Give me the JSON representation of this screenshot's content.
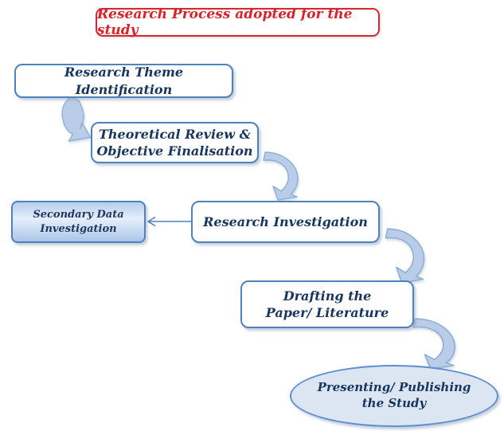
{
  "title": "Research Process adopted for the study",
  "nodes": {
    "theme": {
      "label": "Research Theme Identification"
    },
    "review": {
      "line1": "Theoretical Review &",
      "line2": "Objective Finalisation"
    },
    "investigation": {
      "label": "Research Investigation"
    },
    "secondary": {
      "line1": "Secondary Data",
      "line2": "Investigation"
    },
    "drafting": {
      "line1": "Drafting the",
      "line2": "Paper/ Literature"
    },
    "presenting": {
      "line1": "Presenting/ Publishing",
      "line2": "the Study"
    }
  },
  "colors": {
    "title_red": "#d92328",
    "title_border_red": "#d8262c",
    "box_border_blue": "#4f81bd",
    "text_navy": "#17365d",
    "curved_arrow_fill": "#b9cde8",
    "curved_arrow_outline": "#8fafd4",
    "secondary_fill_top": "#b7cdec",
    "secondary_fill_bottom": "#a9c4e8",
    "ellipse_fill": "#dce6f2",
    "ellipse_border": "#5f8fd0"
  },
  "icons": {
    "curved_arrow": "curved-swoosh-arrow",
    "straight_arrow": "left-line-arrow"
  }
}
